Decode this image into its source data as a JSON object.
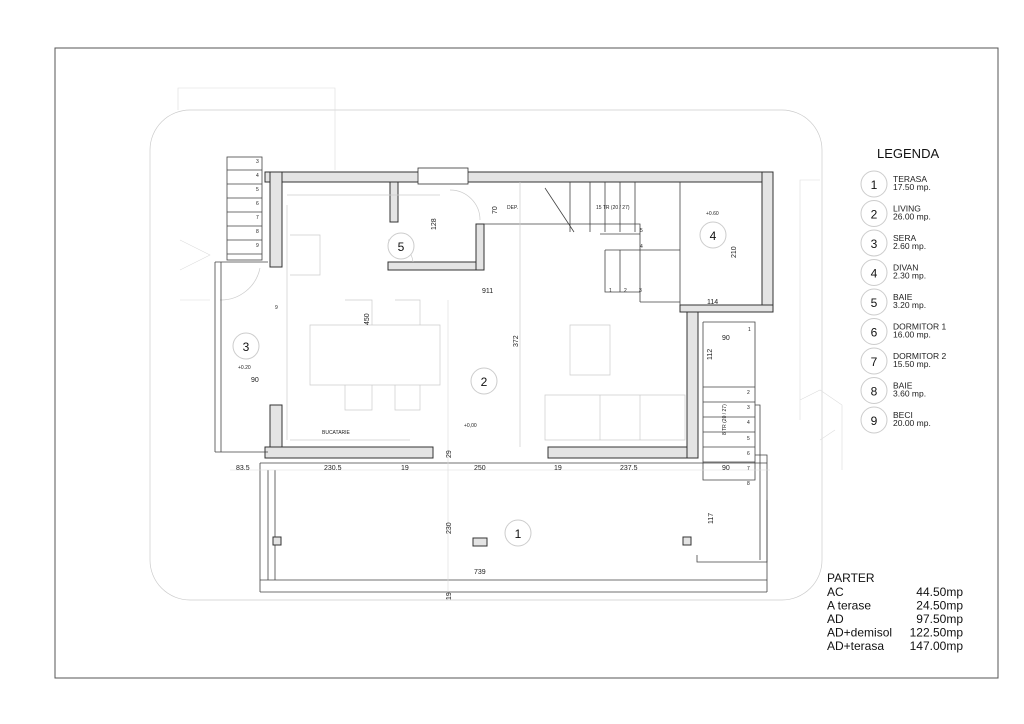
{
  "legend": {
    "title": "LEGENDA",
    "items": [
      {
        "n": "1",
        "name": "TERASA",
        "area": "17.50 mp."
      },
      {
        "n": "2",
        "name": "LIVING",
        "area": "26.00 mp."
      },
      {
        "n": "3",
        "name": "SERA",
        "area": "2.60 mp."
      },
      {
        "n": "4",
        "name": "DIVAN",
        "area": "2.30 mp."
      },
      {
        "n": "5",
        "name": "BAIE",
        "area": "3.20 mp."
      },
      {
        "n": "6",
        "name": "DORMITOR 1",
        "area": "16.00 mp."
      },
      {
        "n": "7",
        "name": "DORMITOR 2",
        "area": "15.50 mp."
      },
      {
        "n": "8",
        "name": "BAIE",
        "area": "3.60 mp."
      },
      {
        "n": "9",
        "name": "BECI",
        "area": "20.00 mp."
      }
    ]
  },
  "summary": {
    "title": "PARTER",
    "rows": [
      {
        "k": "AC",
        "v": "44.50mp"
      },
      {
        "k": "A terase",
        "v": "24.50mp"
      },
      {
        "k": "AD",
        "v": "97.50mp"
      },
      {
        "k": "AD+demisol",
        "v": "122.50mp"
      },
      {
        "k": "AD+terasa",
        "v": "147.00mp"
      }
    ]
  },
  "plan": {
    "rooms": [
      "1",
      "2",
      "3",
      "4",
      "5"
    ],
    "labels": {
      "dep": "DEP.",
      "stair_top": "15 TR (20 / 27)",
      "stair_right": "8 TR (20 / 27)",
      "kitchen": "BUCATARIE",
      "lvl0": "+0,00",
      "lvl060": "+0.60",
      "lvl020": "+0.20"
    },
    "dims": {
      "d911": "911",
      "d450": "450",
      "d372": "372",
      "d128": "128",
      "d70": "70",
      "d210": "210",
      "d114": "114",
      "d90a": "90",
      "d112": "112",
      "d90b": "90",
      "d117": "117",
      "d90c": "90",
      "d9": "9",
      "d835": "83.5",
      "d2305": "230.5",
      "d19a": "19",
      "d29": "29",
      "d250": "250",
      "d19b": "19",
      "d2375": "237.5",
      "d230": "230",
      "d739": "739",
      "d19c": "19"
    },
    "steps_left": [
      "3",
      "4",
      "5",
      "6",
      "7",
      "8",
      "9"
    ],
    "steps_mid": [
      "1",
      "2",
      "3",
      "4",
      "5"
    ],
    "steps_right": [
      "1",
      "2",
      "3",
      "4",
      "5",
      "6",
      "7",
      "8"
    ]
  }
}
